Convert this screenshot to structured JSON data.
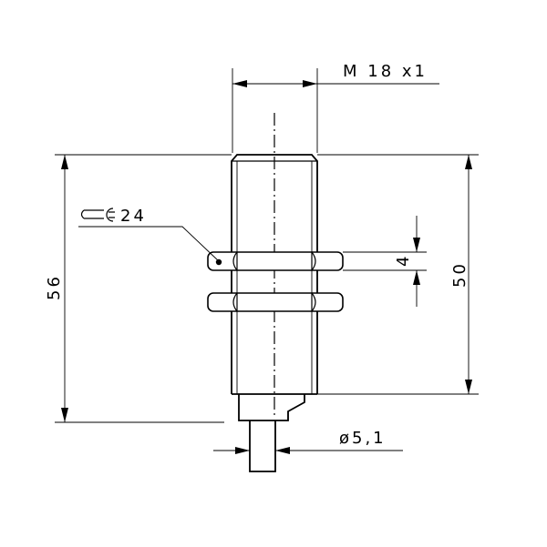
{
  "thread_label": "M 18 x1",
  "wrench_size_label": "24",
  "wrench_icon": "open-end-wrench-icon",
  "dims": {
    "overall_length": "56",
    "thread_length": "50",
    "nut_thickness": "4",
    "cable_diameter": "ø5,1"
  }
}
